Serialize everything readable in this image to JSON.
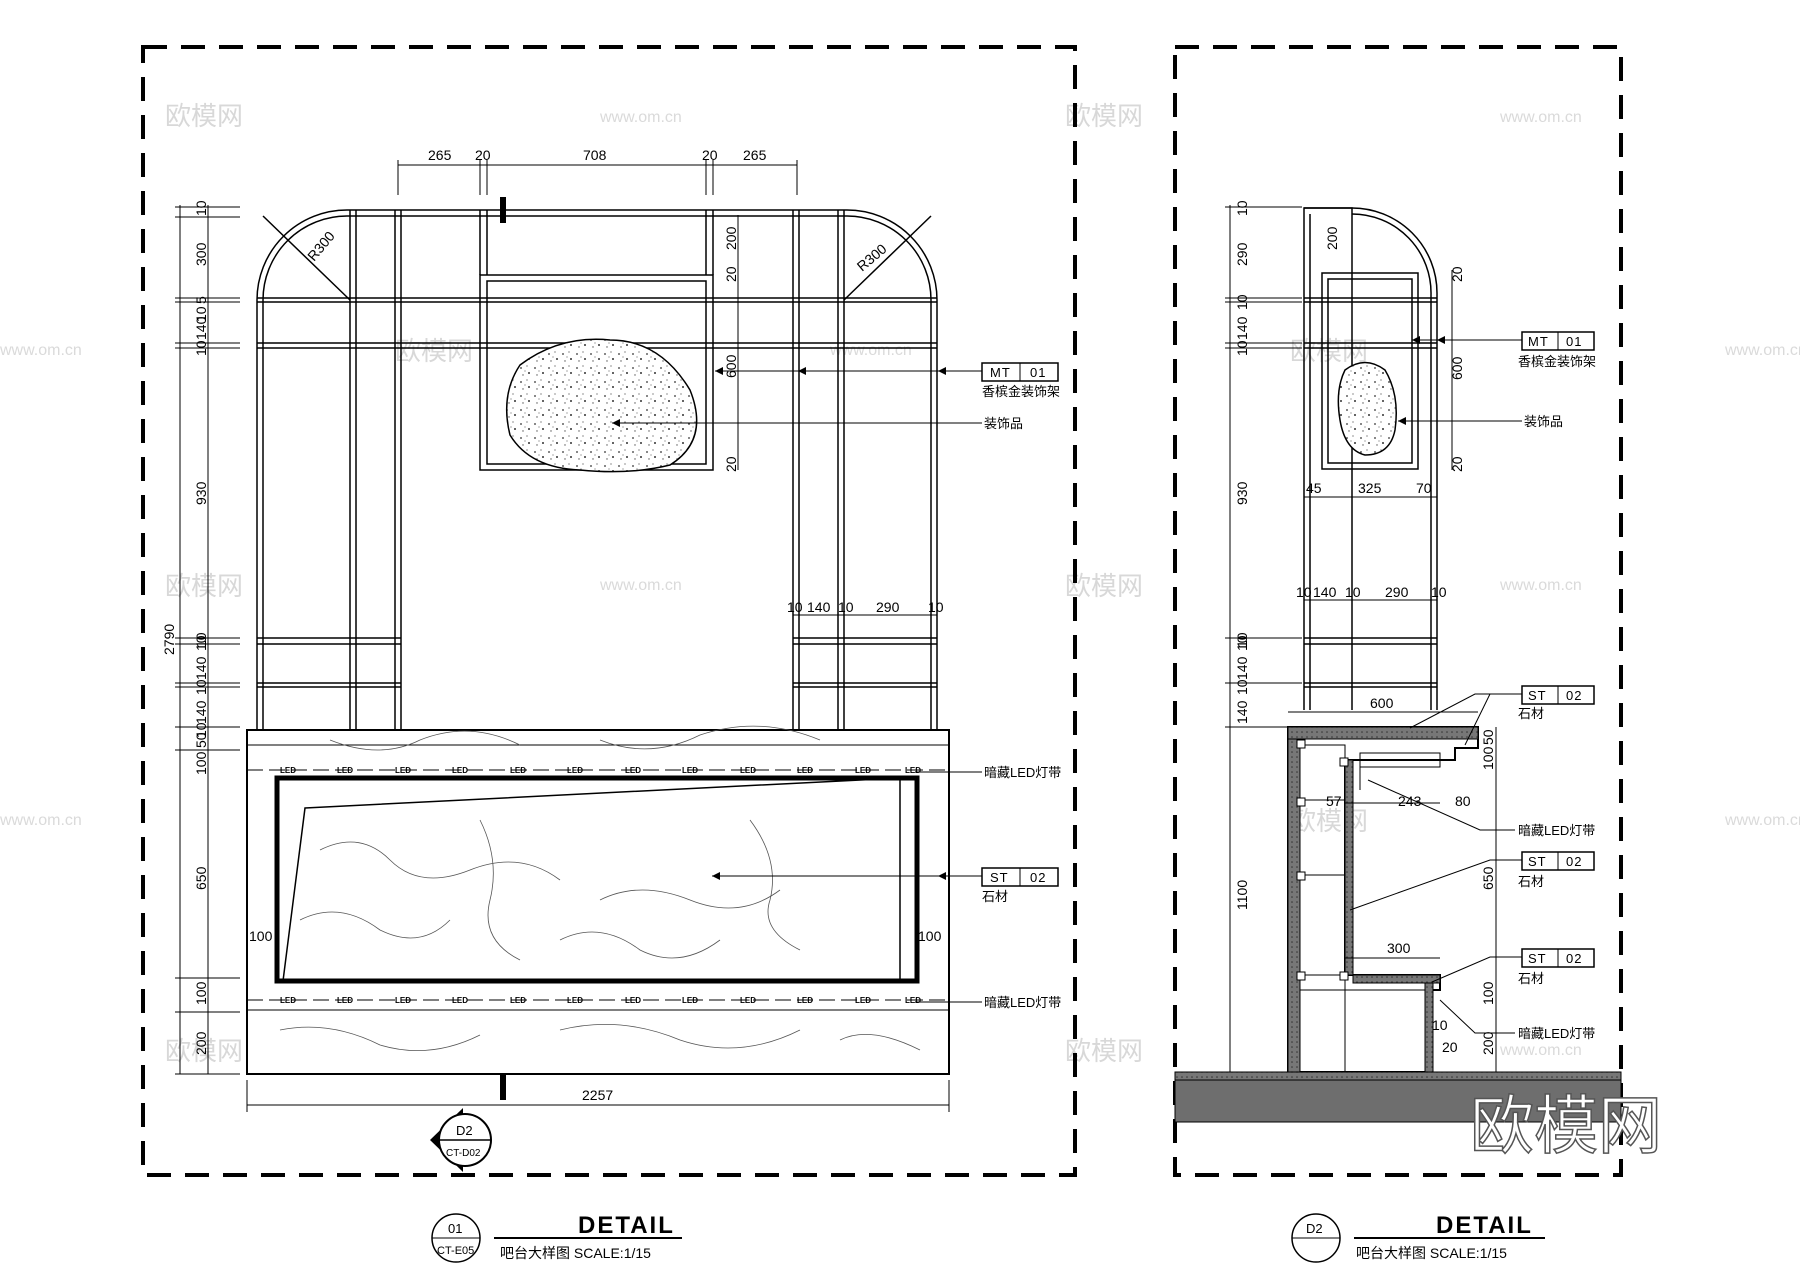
{
  "watermark": {
    "brand": "欧模网",
    "url": "www.om.cn",
    "corner_logo": "欧模网"
  },
  "view1": {
    "title": "DETAIL",
    "caption": "吧台大样图 SCALE:1/15",
    "id_num": "01",
    "id_ref": "CT-E05",
    "section_mark": {
      "num": "D2",
      "ref": "CT-D02"
    },
    "radius_left": "R300",
    "radius_right": "R300",
    "top_dims": [
      "265",
      "20",
      "708",
      "20",
      "265"
    ],
    "left_dims": [
      "10",
      "300",
      "5",
      "10",
      "140",
      "10",
      "10",
      "930",
      "10",
      "140",
      "10",
      "140",
      "10",
      "50",
      "100",
      "650",
      "100",
      "200"
    ],
    "overall_height": "2790",
    "right_dims": [
      "200",
      "20",
      "600",
      "20"
    ],
    "mid_dims": [
      "10",
      "140",
      "10",
      "290",
      "10"
    ],
    "side_dims": [
      "100",
      "100"
    ],
    "bottom_dim": "2257",
    "led": "LED",
    "callouts": [
      {
        "code": "MT",
        "no": "01",
        "text": "香槟金装饰架"
      },
      {
        "code": "",
        "no": "",
        "text": "装饰品"
      },
      {
        "code": "",
        "no": "",
        "text": "暗藏LED灯带"
      },
      {
        "code": "ST",
        "no": "02",
        "text": "石材"
      },
      {
        "code": "",
        "no": "",
        "text": "暗藏LED灯带"
      }
    ]
  },
  "view2": {
    "title": "DETAIL",
    "caption": "吧台大样图 SCALE:1/15",
    "id_num": "D2",
    "left_dims": [
      "10",
      "290",
      "10",
      "140",
      "10",
      "10",
      "930",
      "10",
      "140",
      "10",
      "140",
      "1100"
    ],
    "top_dim": "200",
    "right_dims": [
      "20",
      "600",
      "20"
    ],
    "frame_dims": [
      "45",
      "325",
      "70"
    ],
    "mid_dims": [
      "10",
      "140",
      "10",
      "290",
      "10"
    ],
    "counter_dims": [
      "600",
      "50",
      "100",
      "57",
      "243",
      "80",
      "650",
      "300",
      "100",
      "200",
      "10",
      "20"
    ],
    "callouts": [
      {
        "code": "MT",
        "no": "01",
        "text": "香槟金装饰架"
      },
      {
        "code": "",
        "no": "",
        "text": "装饰品"
      },
      {
        "code": "ST",
        "no": "02",
        "text": "石材"
      },
      {
        "code": "",
        "no": "",
        "text": "暗藏LED灯带"
      },
      {
        "code": "ST",
        "no": "02",
        "text": "石材"
      },
      {
        "code": "ST",
        "no": "02",
        "text": "石材"
      },
      {
        "code": "",
        "no": "",
        "text": "暗藏LED灯带"
      }
    ]
  }
}
